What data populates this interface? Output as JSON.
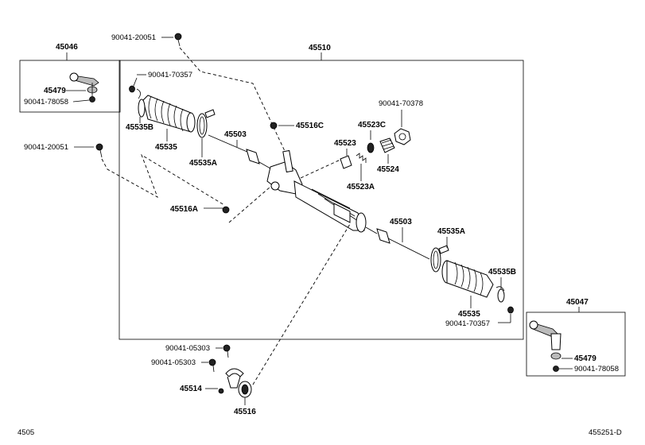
{
  "labels": {
    "assy_45510": "45510",
    "grp_45046": "45046",
    "grp_45047": "45047",
    "l_20051_top": "90041-20051",
    "l_20051_left": "90041-20051",
    "l_70357_top": "90041-70357",
    "l_70357_bot": "90041-70357",
    "l_45479_left": "45479",
    "l_45479_right": "45479",
    "l_78058_left": "90041-78058",
    "l_78058_right": "90041-78058",
    "l_45535B_left": "45535B",
    "l_45535B_right": "45535B",
    "l_45535_left": "45535",
    "l_45535_right": "45535",
    "l_45535A_left": "45535A",
    "l_45535A_right": "45535A",
    "l_45503_top": "45503",
    "l_45503_mid": "45503",
    "l_45516C": "45516C",
    "l_45516A": "45516A",
    "l_70378": "90041-70378",
    "l_45523C": "45523C",
    "l_45523": "45523",
    "l_45523A": "45523A",
    "l_45524": "45524",
    "l_05303_a": "90041-05303",
    "l_05303_b": "90041-05303",
    "l_45514": "45514",
    "l_45516": "45516",
    "footer_left": "4505",
    "footer_right": "455251-D"
  }
}
